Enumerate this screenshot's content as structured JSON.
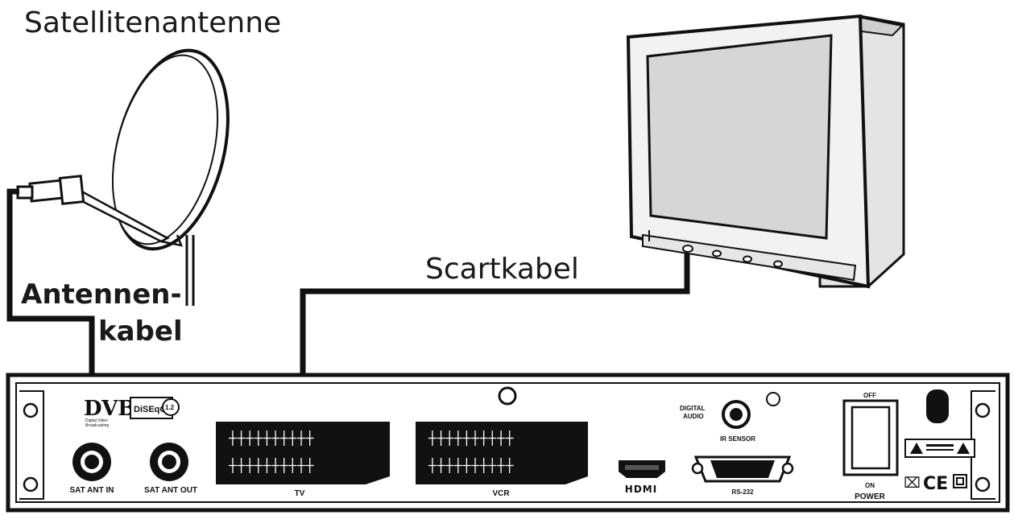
{
  "labels": {
    "satellite": "Satellitenantenne",
    "antenna_cable_line1": "Antennen-",
    "antenna_cable_line2": "kabel",
    "scart_cable": "Scartkabel"
  },
  "receiver": {
    "sat_ant_in": "SAT ANT IN",
    "sat_ant_out": "SAT ANT OUT",
    "tv": "TV",
    "vcr": "VCR",
    "hdmi": "HDMI",
    "digital_audio_line1": "DIGITAL",
    "digital_audio_line2": "AUDIO",
    "ir_sensor": "IR SENSOR",
    "rs232": "RS-232",
    "off": "OFF",
    "on": "ON",
    "power": "POWER",
    "dvb_logo": "DVB",
    "dvb_sub_line1": "Digital Video",
    "dvb_sub_line2": "Broadcasting",
    "diseqc_logo": "DiSEqC",
    "diseqc_version": "1.2",
    "ce_mark": "CE"
  },
  "colors": {
    "line": "#111111",
    "background": "#ffffff",
    "screen": "#d6d6d6",
    "tv_body": "#ececec"
  }
}
